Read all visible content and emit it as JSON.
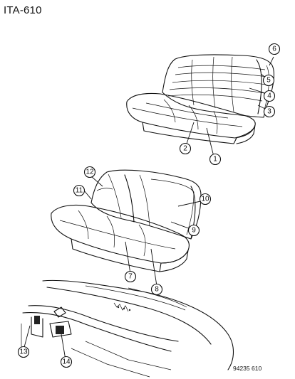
{
  "figure_label": "ITA-610",
  "figure_code": "94235 610",
  "callouts": [
    "1",
    "2",
    "3",
    "4",
    "5",
    "6",
    "7",
    "8",
    "9",
    "10",
    "11",
    "12",
    "13",
    "14"
  ]
}
